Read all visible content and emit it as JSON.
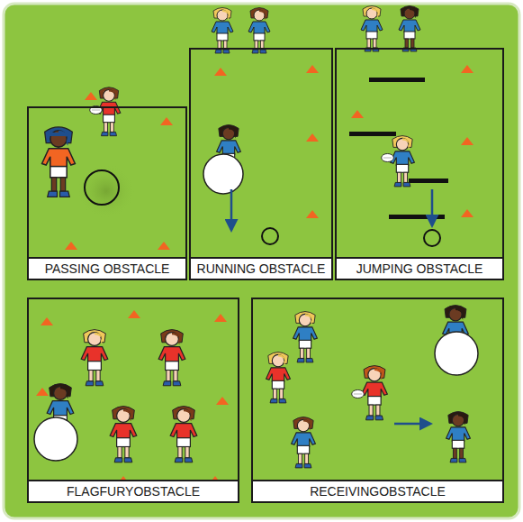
{
  "diagram": {
    "nodes": [
      {
        "text": [
          "PASSING OBSTACLE"
        ]
      },
      {
        "text": [
          "RUNNING OBSTACLE"
        ]
      },
      {
        "text": [
          "JUMPING OBSTACLE"
        ]
      },
      {
        "text": [
          "FLAGFURYOBSTACLE"
        ]
      },
      {
        "text": [
          "RECEIVINGOBSTACLE"
        ]
      }
    ]
  }
}
